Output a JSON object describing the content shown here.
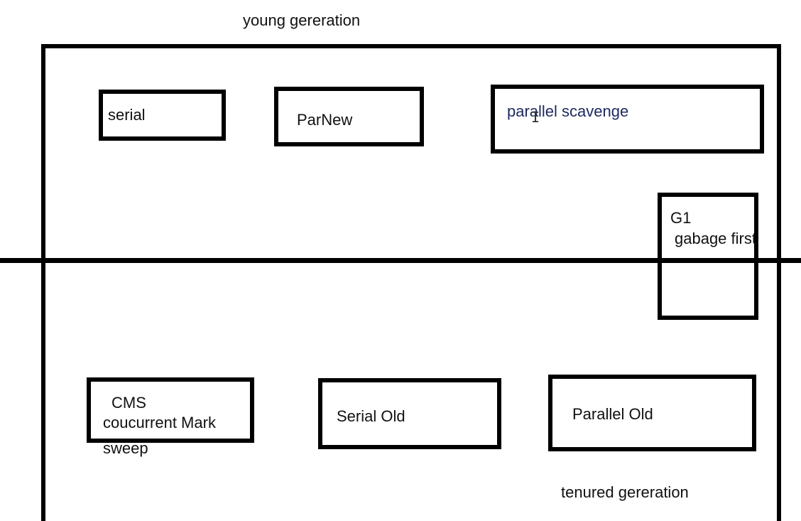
{
  "labels": {
    "young_generation": "young gereration",
    "tenured_generation": "tenured gereration"
  },
  "boxes": {
    "serial": "serial",
    "parnew": "ParNew",
    "parallel_scavenge": "parallel scavenge",
    "g1_title": "G1",
    "g1_subtitle": "gabage first",
    "cms_title": "CMS",
    "cms_line2": "coucurrent Mark",
    "cms_line3": "sweep",
    "serial_old": "Serial Old",
    "parallel_old": "Parallel Old"
  }
}
